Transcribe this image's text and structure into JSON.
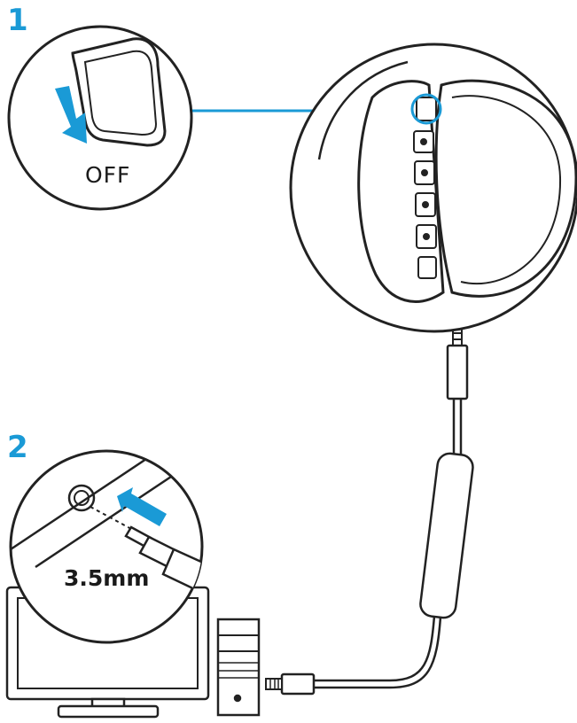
{
  "steps": {
    "step1": {
      "number": "1",
      "switch_label": "OFF"
    },
    "step2": {
      "number": "2",
      "jack_label": "3.5mm"
    }
  },
  "colors": {
    "accent": "#1a9ad6",
    "line": "#222222",
    "background": "#ffffff"
  },
  "icons": {
    "step1": "power-switch-slide-down-icon",
    "step2": "audio-jack-insert-icon",
    "devices": "desktop-pc-and-monitor-icon"
  }
}
